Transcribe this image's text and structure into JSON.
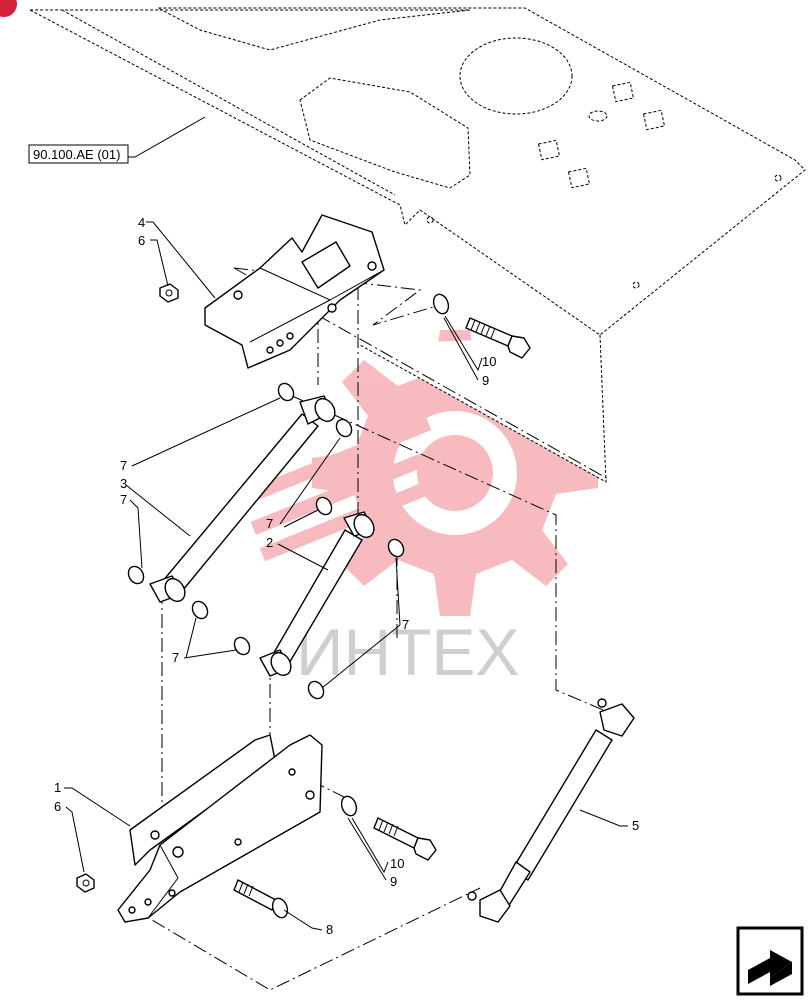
{
  "reference_box": {
    "text": "90.100.AE (01)"
  },
  "callouts": [
    {
      "id": "c1",
      "text": "1"
    },
    {
      "id": "c2",
      "text": "2"
    },
    {
      "id": "c3",
      "text": "3"
    },
    {
      "id": "c4",
      "text": "4"
    },
    {
      "id": "c5",
      "text": "5"
    },
    {
      "id": "c6a",
      "text": "6"
    },
    {
      "id": "c6b",
      "text": "6"
    },
    {
      "id": "c7a",
      "text": "7"
    },
    {
      "id": "c7b",
      "text": "7"
    },
    {
      "id": "c7c",
      "text": "7"
    },
    {
      "id": "c7d",
      "text": "7"
    },
    {
      "id": "c7e",
      "text": "7"
    },
    {
      "id": "c8",
      "text": "8"
    },
    {
      "id": "c9a",
      "text": "9"
    },
    {
      "id": "c9b",
      "text": "9"
    },
    {
      "id": "c10a",
      "text": "10"
    },
    {
      "id": "c10b",
      "text": "10"
    }
  ],
  "watermark": {
    "text": "ИНТЕХ",
    "color": "#e8303a"
  },
  "nav_icon": "next-page-arrow-icon",
  "corner_badge": {
    "color": "#d6213a"
  }
}
